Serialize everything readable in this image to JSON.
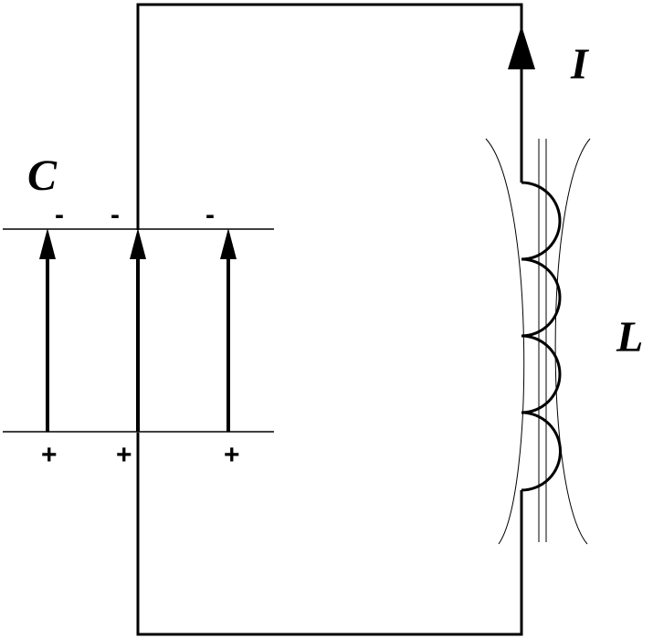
{
  "labels": {
    "current": "I",
    "capacitor": "C",
    "inductor": "L"
  },
  "plate_signs": {
    "top": [
      "-",
      "-",
      "-"
    ],
    "bottom": [
      "+",
      "+",
      "+"
    ]
  },
  "colors": {
    "stroke": "#000000",
    "background": "#ffffff"
  }
}
